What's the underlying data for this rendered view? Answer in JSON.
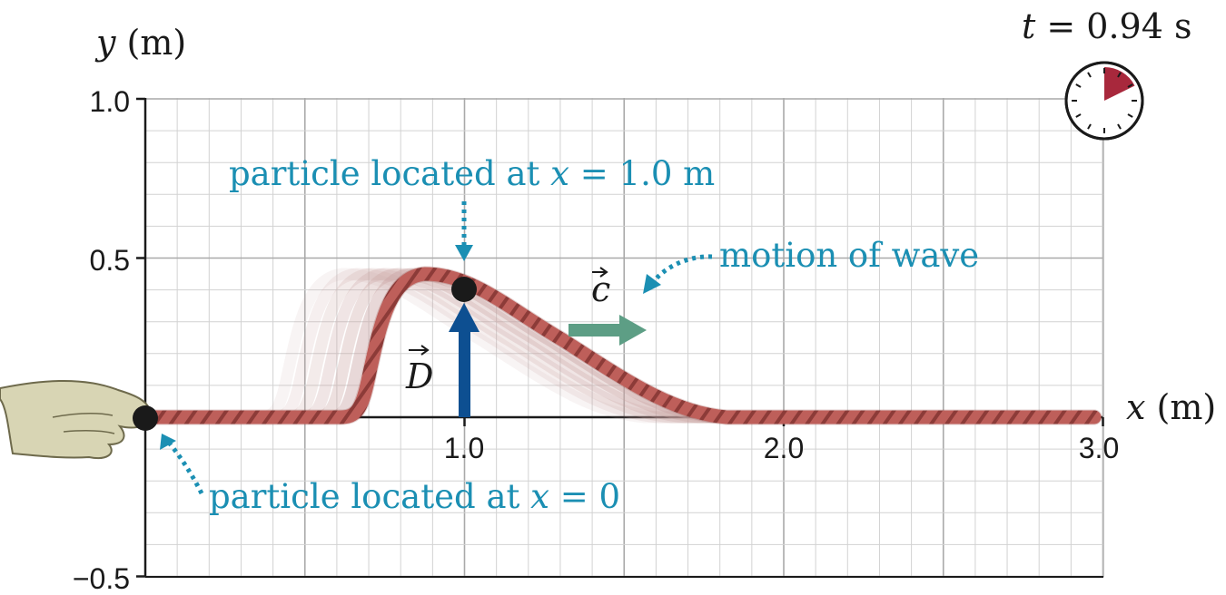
{
  "time_readout": {
    "symbol": "t",
    "rest": " = 0.94 s"
  },
  "axes": {
    "y_label_var": "y",
    "y_label_unit": " (m)",
    "x_label_var": "x",
    "x_label_unit": " (m)",
    "y_ticks": [
      "1.0",
      "0.5",
      "−0.5"
    ],
    "x_ticks": [
      "1.0",
      "2.0",
      "3.0"
    ]
  },
  "annotations": {
    "particle_1m": {
      "prefix": "particle located at ",
      "var": "x",
      "suffix": " = 1.0 m"
    },
    "particle_0": {
      "prefix": "particle located at ",
      "var": "x",
      "suffix": " = 0"
    },
    "wave_motion": "motion of wave",
    "displacement_vector": "D",
    "velocity_vector": "c"
  },
  "colors": {
    "rope": "#c8605c",
    "rope_dark": "#8c3b39",
    "callout": "#1b8fb3",
    "displacement_arrow": "#0d4f91",
    "velocity_arrow": "#5d9e85",
    "clock_sector": "#a8283c",
    "grid": "#c9c9c9",
    "hand": "#d8d5b4"
  },
  "icons": [
    "stopwatch-icon",
    "hand-icon",
    "dotted-arrow-icon"
  ]
}
